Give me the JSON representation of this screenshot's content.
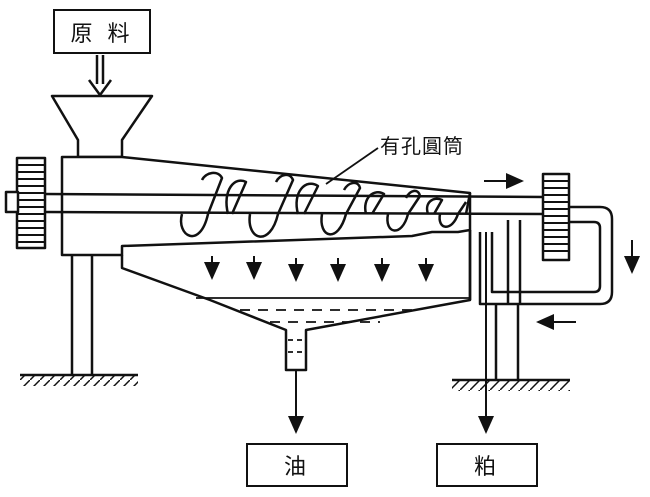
{
  "labels": {
    "raw_material": "原 料",
    "perforated_drum": "有孔圓筒",
    "oil": "油",
    "cake": "粕"
  },
  "style": {
    "line_color": "#111111",
    "fill_color": "#ffffff"
  }
}
